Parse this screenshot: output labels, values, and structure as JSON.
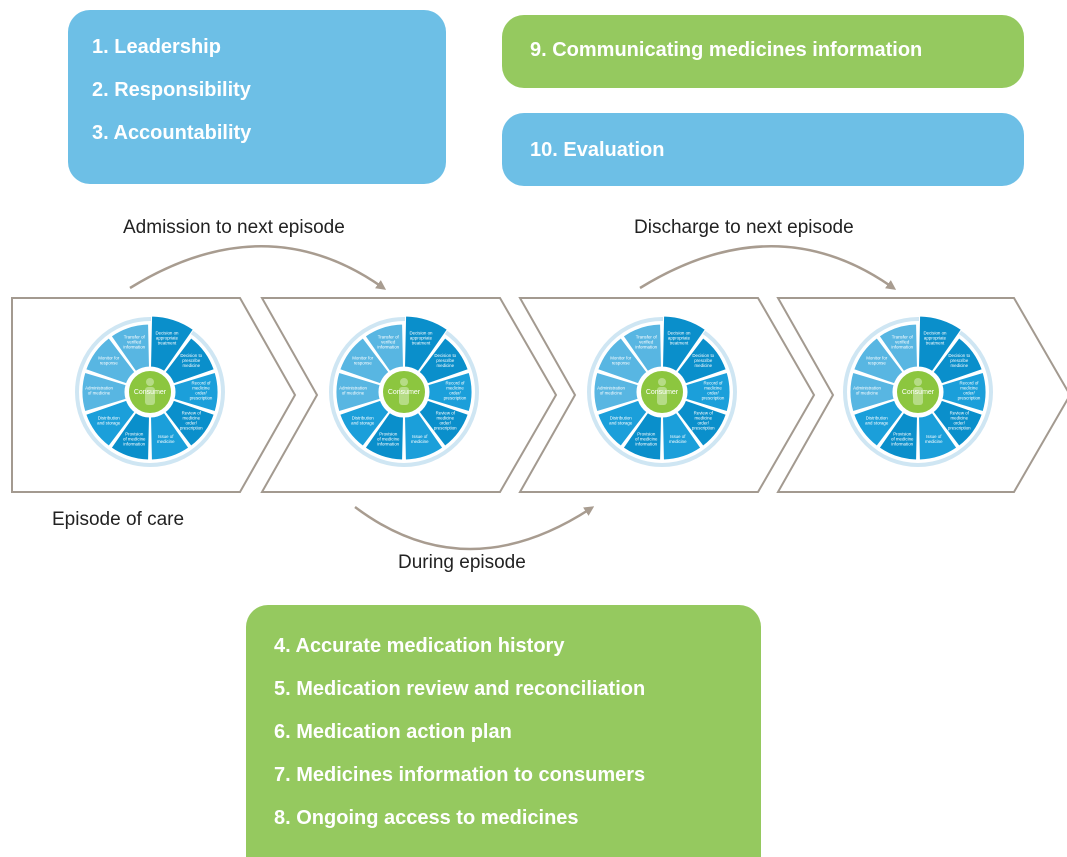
{
  "top_left_box": {
    "items": [
      "1.  Leadership",
      "2.  Responsibility",
      "3.  Accountability"
    ]
  },
  "top_right_boxes": {
    "communicating": "9.  Communicating medicines information",
    "evaluation": "10.  Evaluation"
  },
  "bottom_box": {
    "items": [
      "4.  Accurate medication history",
      "5.  Medication review and reconciliation",
      "6.  Medication action plan",
      "7.  Medicines information to consumers",
      "8.  Ongoing access to medicines"
    ]
  },
  "flow_labels": {
    "admission": "Admission to next episode",
    "discharge": "Discharge to next episode",
    "episode": "Episode of care",
    "during": "During episode"
  },
  "cycle": {
    "center": "Consumer",
    "steps": [
      "Decision on appropriate treatment",
      "Decision to prescribe medicine",
      "Record of medicine order/ prescription",
      "Review of medicine order/ prescription",
      "Issue of medicine",
      "Provision of medicine information",
      "Distribution and storage",
      "Administration of medicine",
      "Monitor for response",
      "Transfer of verified information"
    ]
  },
  "colors": {
    "blue_box": "#6dbfe6",
    "green_box": "#95c95f",
    "arrow": "#a89c90",
    "chevron_outline": "#a39a90",
    "wheel_dark": "#0a8fcb",
    "wheel_mid": "#1b9fda",
    "wheel_light": "#58b6e2",
    "hub": "#8cc63f"
  }
}
